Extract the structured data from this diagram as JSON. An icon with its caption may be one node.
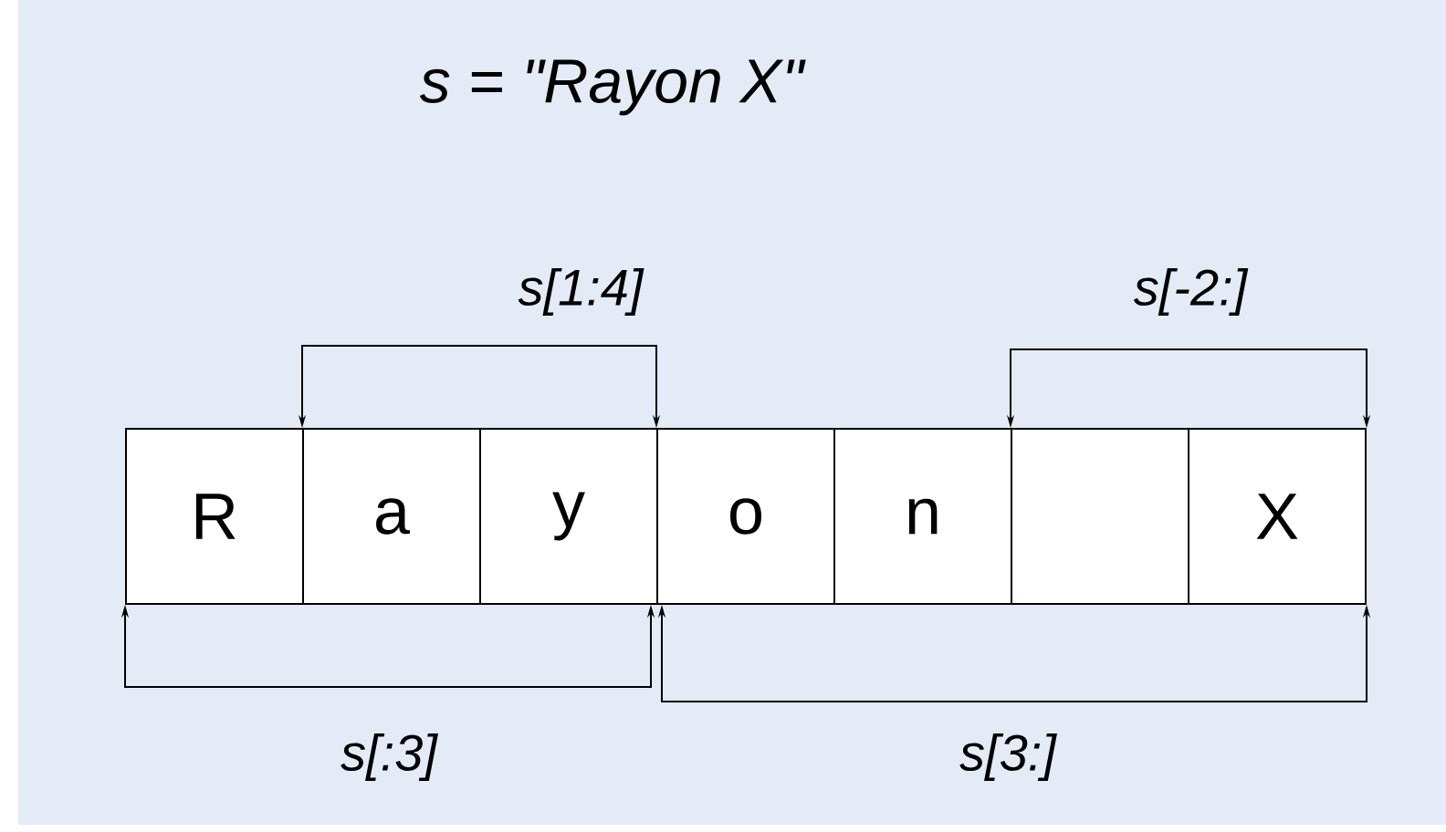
{
  "diagram": {
    "title": "s = \"Rayon X\"",
    "nodes": [
      {
        "text": [
          "R"
        ]
      },
      {
        "text": [
          "a"
        ]
      },
      {
        "text": [
          "y"
        ]
      },
      {
        "text": [
          "o"
        ]
      },
      {
        "text": [
          "n"
        ]
      },
      {
        "text": [],
        "shape": "box"
      },
      {
        "text": [
          "X"
        ]
      }
    ],
    "edges": [
      {
        "from": 1,
        "to": 3,
        "arrow": "both",
        "label": "s[1:4]"
      },
      {
        "from": 5,
        "to": 6,
        "arrow": "both",
        "label": "s[-2:]"
      },
      {
        "from": 0,
        "to": 3,
        "arrow": "both",
        "label": "s[:3]"
      },
      {
        "from": 3,
        "to": 6,
        "arrow": "both",
        "label": "s[3:]"
      }
    ]
  }
}
